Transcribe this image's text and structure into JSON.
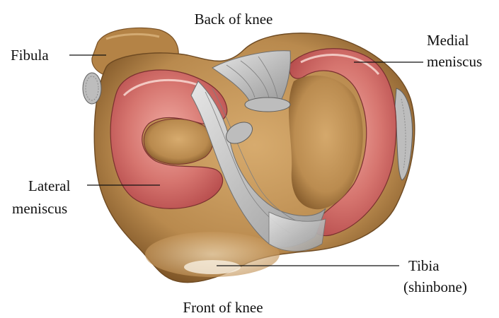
{
  "diagram": {
    "labels": {
      "back_of_knee": "Back of knee",
      "front_of_knee": "Front of knee",
      "fibula": "Fibula",
      "medial_meniscus_line1": "Medial",
      "medial_meniscus_line2": "meniscus",
      "lateral_meniscus_line1": "Lateral",
      "lateral_meniscus_line2": "meniscus",
      "tibia_line1": "Tibia",
      "tibia_line2": "(shinbone)"
    },
    "colors": {
      "bone": "#b98a4e",
      "bone_dark": "#8a5f2c",
      "bone_light": "#e2c08c",
      "meniscus": "#d06a6a",
      "meniscus_light": "#f2b3aa",
      "ligament": "#c9c9c9",
      "ligament_dark": "#8d8d8d",
      "leader_line": "#111111"
    }
  }
}
